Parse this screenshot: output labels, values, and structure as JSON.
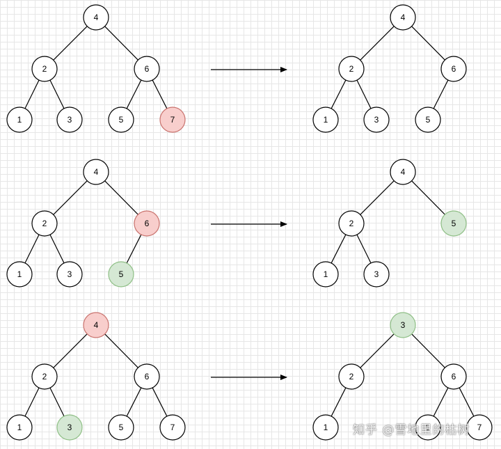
{
  "colors": {
    "default_fill": "#ffffff",
    "removed_fill": "#f8cecc",
    "replacement_fill": "#d5e8d4",
    "stroke": "#000000"
  },
  "watermark": "知乎 @雪地里的枯树",
  "rows": [
    {
      "before": {
        "nodes": [
          {
            "id": "a",
            "label": "4",
            "state": "default"
          },
          {
            "id": "b",
            "label": "2",
            "state": "default"
          },
          {
            "id": "c",
            "label": "6",
            "state": "default"
          },
          {
            "id": "d",
            "label": "1",
            "state": "default"
          },
          {
            "id": "e",
            "label": "3",
            "state": "default"
          },
          {
            "id": "f",
            "label": "5",
            "state": "default"
          },
          {
            "id": "g",
            "label": "7",
            "state": "removed"
          }
        ],
        "edges": [
          [
            "a",
            "b"
          ],
          [
            "a",
            "c"
          ],
          [
            "b",
            "d"
          ],
          [
            "b",
            "e"
          ],
          [
            "c",
            "f"
          ],
          [
            "c",
            "g"
          ]
        ]
      },
      "after": {
        "nodes": [
          {
            "id": "a",
            "label": "4",
            "state": "default"
          },
          {
            "id": "b",
            "label": "2",
            "state": "default"
          },
          {
            "id": "c",
            "label": "6",
            "state": "default"
          },
          {
            "id": "d",
            "label": "1",
            "state": "default"
          },
          {
            "id": "e",
            "label": "3",
            "state": "default"
          },
          {
            "id": "f",
            "label": "5",
            "state": "default"
          }
        ],
        "edges": [
          [
            "a",
            "b"
          ],
          [
            "a",
            "c"
          ],
          [
            "b",
            "d"
          ],
          [
            "b",
            "e"
          ],
          [
            "c",
            "f"
          ]
        ]
      }
    },
    {
      "before": {
        "nodes": [
          {
            "id": "a",
            "label": "4",
            "state": "default"
          },
          {
            "id": "b",
            "label": "2",
            "state": "default"
          },
          {
            "id": "c",
            "label": "6",
            "state": "removed"
          },
          {
            "id": "d",
            "label": "1",
            "state": "default"
          },
          {
            "id": "e",
            "label": "3",
            "state": "default"
          },
          {
            "id": "f",
            "label": "5",
            "state": "replacement"
          }
        ],
        "edges": [
          [
            "a",
            "b"
          ],
          [
            "a",
            "c"
          ],
          [
            "b",
            "d"
          ],
          [
            "b",
            "e"
          ],
          [
            "c",
            "f"
          ]
        ]
      },
      "after": {
        "nodes": [
          {
            "id": "a",
            "label": "4",
            "state": "default"
          },
          {
            "id": "b",
            "label": "2",
            "state": "default"
          },
          {
            "id": "c",
            "label": "5",
            "state": "replacement"
          },
          {
            "id": "d",
            "label": "1",
            "state": "default"
          },
          {
            "id": "e",
            "label": "3",
            "state": "default"
          }
        ],
        "edges": [
          [
            "a",
            "b"
          ],
          [
            "a",
            "c"
          ],
          [
            "b",
            "d"
          ],
          [
            "b",
            "e"
          ]
        ]
      }
    },
    {
      "before": {
        "nodes": [
          {
            "id": "a",
            "label": "4",
            "state": "removed"
          },
          {
            "id": "b",
            "label": "2",
            "state": "default"
          },
          {
            "id": "c",
            "label": "6",
            "state": "default"
          },
          {
            "id": "d",
            "label": "1",
            "state": "default"
          },
          {
            "id": "e",
            "label": "3",
            "state": "replacement"
          },
          {
            "id": "f",
            "label": "5",
            "state": "default"
          },
          {
            "id": "g",
            "label": "7",
            "state": "default"
          }
        ],
        "edges": [
          [
            "a",
            "b"
          ],
          [
            "a",
            "c"
          ],
          [
            "b",
            "d"
          ],
          [
            "b",
            "e"
          ],
          [
            "c",
            "f"
          ],
          [
            "c",
            "g"
          ]
        ]
      },
      "after": {
        "nodes": [
          {
            "id": "a",
            "label": "3",
            "state": "replacement"
          },
          {
            "id": "b",
            "label": "2",
            "state": "default"
          },
          {
            "id": "c",
            "label": "6",
            "state": "default"
          },
          {
            "id": "d",
            "label": "1",
            "state": "default"
          },
          {
            "id": "f",
            "label": "5",
            "state": "default"
          },
          {
            "id": "g",
            "label": "7",
            "state": "default"
          }
        ],
        "edges": [
          [
            "a",
            "b"
          ],
          [
            "a",
            "c"
          ],
          [
            "b",
            "d"
          ],
          [
            "c",
            "f"
          ],
          [
            "c",
            "g"
          ]
        ]
      }
    }
  ]
}
